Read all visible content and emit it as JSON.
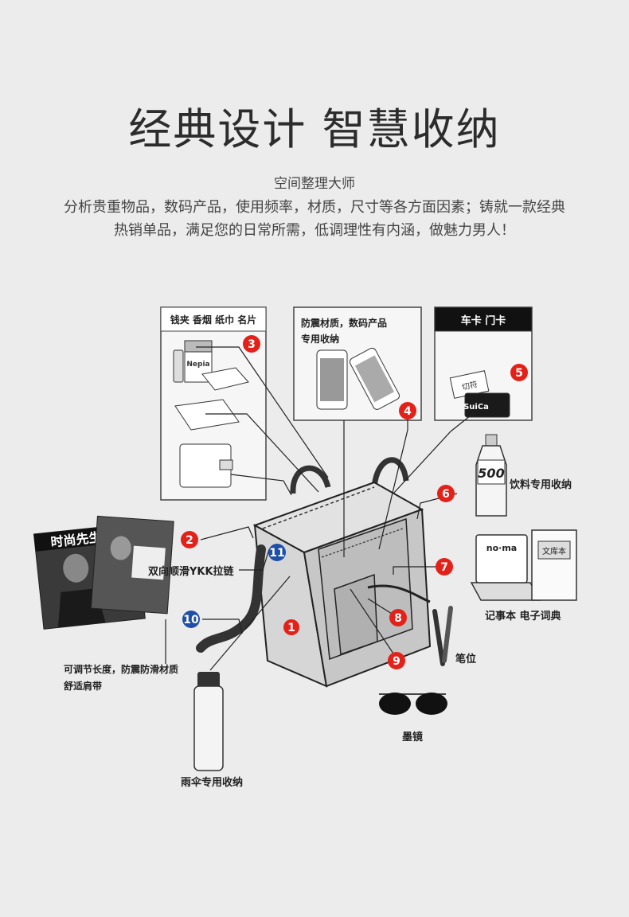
{
  "headline": "经典设计  智慧收纳",
  "subtitle": "空间整理大师",
  "description_line1": "分析贵重物品，数码产品，使用频率，材质，尺寸等各方面因素；铸就一款经典",
  "description_line2": "热销单品，满足您的日常所需，低调理性有内涵，做魅力男人！",
  "boxes": {
    "box3_header": "钱夹  香烟  纸巾  名片",
    "box4_line1": "防震材质，数码产品",
    "box4_line2": "专用收纳",
    "box5_header": "车卡  门卡"
  },
  "labels": {
    "drink": "饮料专用收纳",
    "zipper": "双向顺滑YKK拉链",
    "notebook_dict": "记事本  电子词典",
    "pen": "笔位",
    "strap_line1": "可调节长度，防震防滑材质",
    "strap_line2": "舒适肩带",
    "sunglasses": "墨镜",
    "umbrella": "雨伞专用收纳"
  },
  "product_text": {
    "magazine_title": "时尚先生",
    "bottle_brand": "500",
    "card_brand": "SuiCa",
    "card_text": "切符",
    "notebook_brand": "no·ma",
    "dictionary_text": "文库本",
    "tissue_brand": "Nepia"
  },
  "markers": [
    {
      "id": "1",
      "style": "red"
    },
    {
      "id": "2",
      "style": "red"
    },
    {
      "id": "3",
      "style": "red"
    },
    {
      "id": "4",
      "style": "red"
    },
    {
      "id": "5",
      "style": "red"
    },
    {
      "id": "6",
      "style": "red"
    },
    {
      "id": "7",
      "style": "red"
    },
    {
      "id": "8",
      "style": "red"
    },
    {
      "id": "9",
      "style": "red"
    },
    {
      "id": "10",
      "style": "blue"
    },
    {
      "id": "11",
      "style": "blue"
    }
  ],
  "colors": {
    "red_marker": "#e32119",
    "blue_marker": "#1f4fa8",
    "background": "#ececec"
  }
}
